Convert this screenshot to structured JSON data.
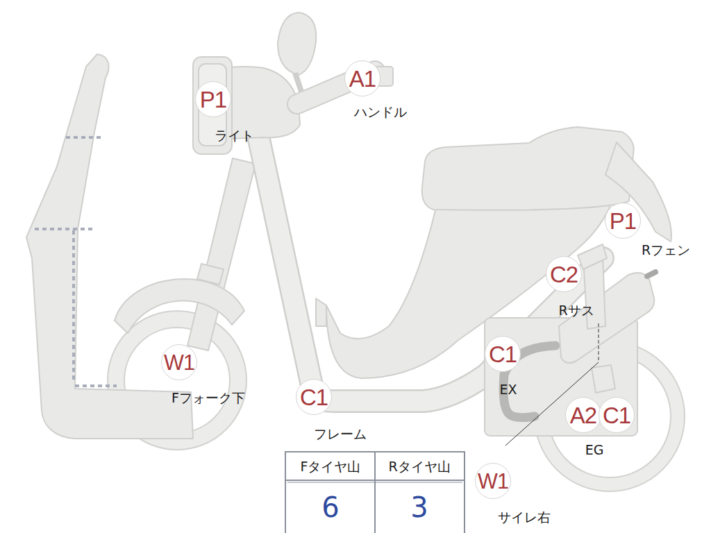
{
  "diagram": {
    "nodes": [
      {
        "text": [
          "P1",
          "ライト"
        ]
      },
      {
        "text": [
          "A1",
          "ハンドル"
        ]
      },
      {
        "text": [
          "P1",
          "Rフェン"
        ]
      },
      {
        "text": [
          "C2",
          "Rサス"
        ]
      },
      {
        "text": [
          "C1",
          "EX"
        ]
      },
      {
        "text": [
          "W1",
          "Fフォーク下"
        ]
      },
      {
        "text": [
          "C1",
          "フレーム"
        ]
      },
      {
        "text": [
          "A2"
        ]
      },
      {
        "text": [
          "C1"
        ]
      },
      {
        "text": [
          "W1",
          "サイレ右"
        ]
      }
    ],
    "labels": [
      "EG",
      "Fタイヤ山",
      "Rタイヤ山",
      "6",
      "3"
    ]
  }
}
